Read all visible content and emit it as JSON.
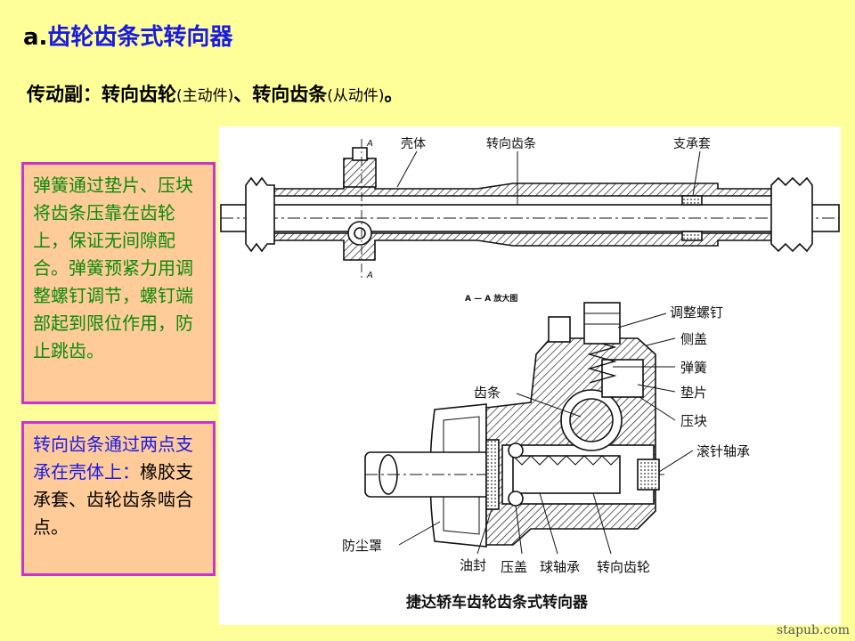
{
  "title": {
    "prefix": "a.",
    "main": "齿轮齿条式转向器"
  },
  "subtitle": {
    "p1": "传动副：转向齿轮",
    "p2": "(主动件)",
    "p3": "、转向齿条",
    "p4": "(从动件)",
    "p5": "。"
  },
  "note1": {
    "text": "弹簧通过垫片、压块将齿条压靠在齿轮上，保证无间隙配合。弹簧预紧力用调整螺钉调节，螺钉端部起到限位作用，防止跳齿。"
  },
  "note2": {
    "text_blue": "转向齿条通过两点支承在壳体上：",
    "text_black": "橡胶支承套、齿轮齿条啮合点。"
  },
  "figure": {
    "top_labels": {
      "a_mark": "A",
      "housing": "壳体",
      "rack": "转向齿条",
      "bushing": "支承套"
    },
    "section_title": "A — A 放大图",
    "labels": {
      "adjust_screw": "调整螺钉",
      "side_cover": "侧盖",
      "spring": "弹簧",
      "washer": "垫片",
      "press_block": "压块",
      "needle_bearing": "滚针轴承",
      "rack_section": "齿条",
      "dust_cover": "防尘罩",
      "oil_seal": "油封",
      "press_cover": "压盖",
      "ball_bearing": "球轴承",
      "pinion": "转向齿轮"
    },
    "caption": "捷达轿车齿轮齿条式转向器"
  },
  "watermark": "stapub.com",
  "colors": {
    "background": "#FFFF99",
    "note_bg": "#FFCC99",
    "note_border": "#CC33CC",
    "title_blue": "#1A1AE6",
    "note_green": "#0A8A0A"
  }
}
